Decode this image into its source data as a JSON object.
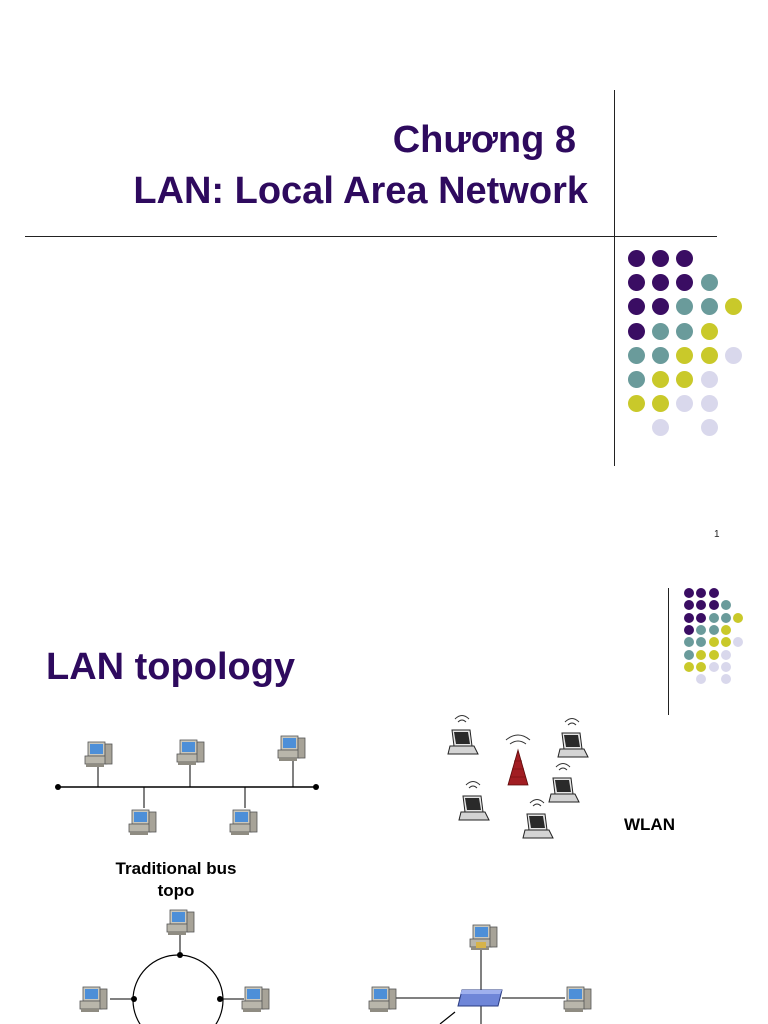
{
  "slide1": {
    "title_line1": "Chương 8",
    "title_line2": "LAN: Local Area Network",
    "page_number": "1"
  },
  "slide2": {
    "title": "LAN topology",
    "bus_caption_line1": "Traditional bus",
    "bus_caption_line2": "topo",
    "wlan_label": "WLAN"
  },
  "colors": {
    "title": "#2e0a5e",
    "dot_purple": "#3a0d63",
    "dot_teal": "#6a9b9b",
    "dot_yellow": "#c9c92a",
    "dot_lavender": "#d9d8ec"
  },
  "icons": [
    "desktop-computer-icon",
    "laptop-icon",
    "wireless-antenna-icon",
    "hub-icon"
  ]
}
